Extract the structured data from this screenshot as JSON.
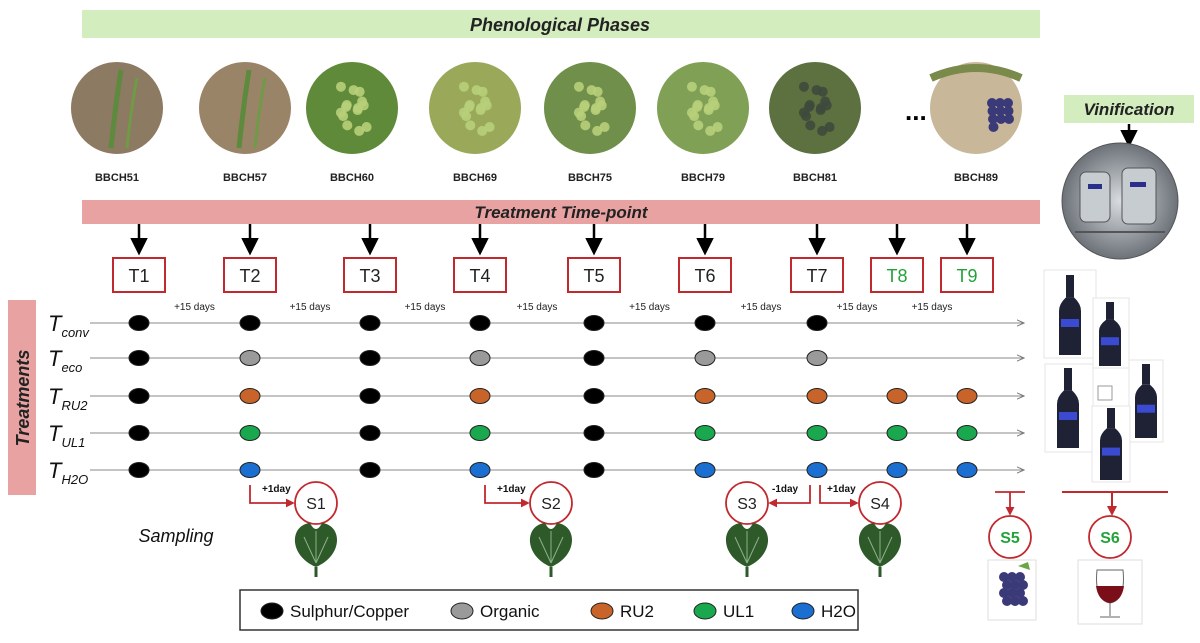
{
  "header": {
    "phenological_title": "Phenological Phases",
    "treatment_title": "Treatment Time-point",
    "treatments_title": "Treatments",
    "vinification_title": "Vinification",
    "sampling_label": "Sampling",
    "ellipsis": "..."
  },
  "stages": [
    {
      "label": "BBCH51",
      "tone": "#8d7a62"
    },
    {
      "label": "BBCH57",
      "tone": "#9a8468"
    },
    {
      "label": "BBCH60",
      "tone": "#5f8a3a"
    },
    {
      "label": "BBCH69",
      "tone": "#9aa85a"
    },
    {
      "label": "BBCH75",
      "tone": "#6f8f4a"
    },
    {
      "label": "BBCH79",
      "tone": "#7fa055"
    },
    {
      "label": "BBCH81",
      "tone": "#5c7040"
    },
    {
      "label": "BBCH89",
      "tone": "#c9b79a"
    }
  ],
  "timepoints": [
    {
      "label": "T1",
      "color": "#222222"
    },
    {
      "label": "T2",
      "color": "#222222"
    },
    {
      "label": "T3",
      "color": "#222222"
    },
    {
      "label": "T4",
      "color": "#222222"
    },
    {
      "label": "T5",
      "color": "#222222"
    },
    {
      "label": "T6",
      "color": "#222222"
    },
    {
      "label": "T7",
      "color": "#222222"
    },
    {
      "label": "T8",
      "color": "#23a23a"
    },
    {
      "label": "T9",
      "color": "#23a23a"
    }
  ],
  "intervals": [
    "+15 days",
    "+15 days",
    "+15 days",
    "+15 days",
    "+15 days",
    "+15 days",
    "+15 days",
    "+15 days"
  ],
  "treatments": [
    {
      "base": "T",
      "sub": "conv",
      "dots": [
        "#000000",
        "#000000",
        "#000000",
        "#000000",
        "#000000",
        "#000000",
        "#000000",
        null,
        null
      ]
    },
    {
      "base": "T",
      "sub": "eco",
      "dots": [
        "#000000",
        "#9a9a9a",
        "#000000",
        "#9a9a9a",
        "#000000",
        "#9a9a9a",
        "#9a9a9a",
        null,
        null
      ]
    },
    {
      "base": "T",
      "sub": "RU2",
      "dots": [
        "#000000",
        "#c8642a",
        "#000000",
        "#c8642a",
        "#000000",
        "#c8642a",
        "#c8642a",
        "#c8642a",
        "#c8642a"
      ]
    },
    {
      "base": "T",
      "sub": "UL1",
      "dots": [
        "#000000",
        "#1aa84f",
        "#000000",
        "#1aa84f",
        "#000000",
        "#1aa84f",
        "#1aa84f",
        "#1aa84f",
        "#1aa84f"
      ]
    },
    {
      "base": "T",
      "sub": "H2O",
      "dots": [
        "#000000",
        "#1a6fd1",
        "#000000",
        "#1a6fd1",
        "#000000",
        "#1a6fd1",
        "#1a6fd1",
        "#1a6fd1",
        "#1a6fd1"
      ]
    }
  ],
  "samples": [
    {
      "label": "S1",
      "offset": "+1day",
      "color": "#222222"
    },
    {
      "label": "S2",
      "offset": "+1day",
      "color": "#222222"
    },
    {
      "label": "S3",
      "offset": "-1day",
      "color": "#222222"
    },
    {
      "label": "S4",
      "offset": "+1day",
      "color": "#222222"
    },
    {
      "label": "S5",
      "offset": "",
      "color": "#23a23a"
    },
    {
      "label": "S6",
      "offset": "",
      "color": "#23a23a"
    }
  ],
  "legend": [
    {
      "label": "Sulphur/Copper",
      "color": "#000000"
    },
    {
      "label": "Organic",
      "color": "#9a9a9a"
    },
    {
      "label": "RU2",
      "color": "#c8642a"
    },
    {
      "label": "UL1",
      "color": "#1aa84f"
    },
    {
      "label": "H2O",
      "color": "#1a6fd1"
    }
  ],
  "colors": {
    "green_band": "#d3edbf",
    "red_band": "#e8a2a2",
    "box_red": "#c0292e",
    "leaf": "#2e5a2a",
    "bottle": "#1f2135",
    "grape": "#3b3a78"
  }
}
